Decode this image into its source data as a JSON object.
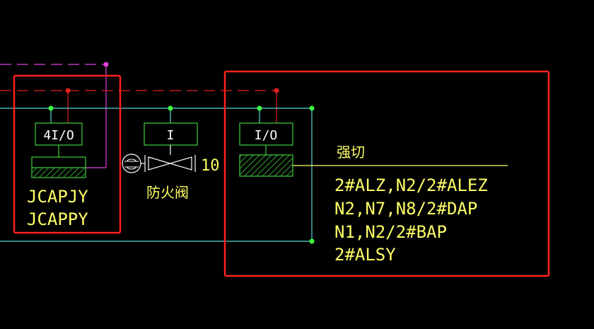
{
  "colors": {
    "background": "#000000",
    "cyan_bus": "#5ad6d6",
    "magenta_dash": "#e040e0",
    "red_dash": "#e02020",
    "red_highlight": "#ff2020",
    "green_device": "#40d040",
    "node_green": "#40ff40",
    "label_yellow": "#ffff66",
    "symbol_white": "#ffffff"
  },
  "modules": {
    "left": {
      "io_label": "4I/O",
      "tags": [
        "JCAPJY",
        "JCAPPY"
      ]
    },
    "middle": {
      "io_label": "I",
      "damper_label": "防火阀",
      "damper_number": "10"
    },
    "right": {
      "io_label": "I/O",
      "title": "强切",
      "tags": [
        "2#ALZ,N2/2#ALEZ",
        "N2,N7,N8/2#DAP",
        "N1,N2/2#BAP",
        "2#ALSY"
      ]
    }
  }
}
